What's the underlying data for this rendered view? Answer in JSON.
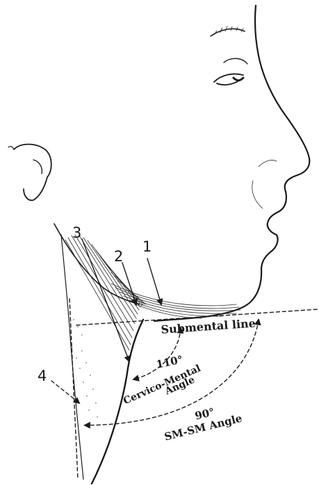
{
  "labels": {
    "marker_1": "1",
    "marker_2": "2",
    "marker_3": "3",
    "marker_4": "4",
    "submental_line": "Submental line",
    "cervico_mental_value": "110°",
    "cervico_mental_name_1": "Cervico-Mental",
    "cervico_mental_name_2": "Angle",
    "sm_sm_value": "90°",
    "sm_sm_name": "SM-SM Angle"
  }
}
